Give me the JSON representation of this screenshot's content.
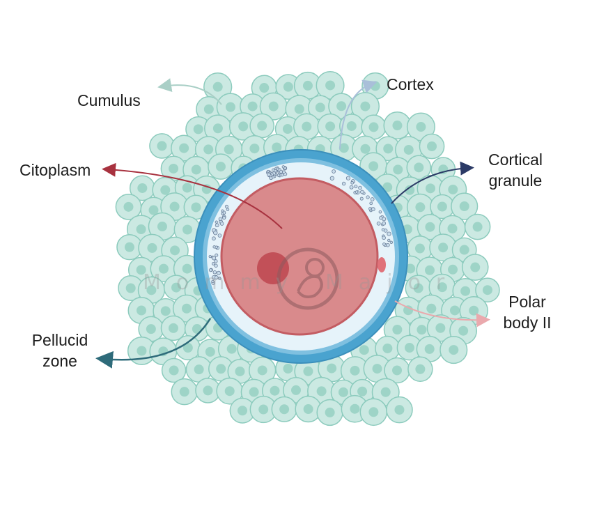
{
  "labels": {
    "cumulus": "Cumulus",
    "cortex": "Cortex",
    "citoplasm": "Citoplasm",
    "cortical_granule": [
      "Cortical",
      "granule"
    ],
    "polar_body": [
      "Polar",
      "body II"
    ],
    "pellucid_zone": [
      "Pellucid",
      "zone"
    ]
  },
  "watermark": "Mommy    Major",
  "colors": {
    "cumulus_fill": "#cbe9e2",
    "cumulus_stroke": "#8ccbbd",
    "cumulus_nucleus": "#9ed4c7",
    "zona": "#4aa3cf",
    "perivitelline": "#e6f3fa",
    "cytoplasm": "#d98a8c",
    "cytoplasm_stroke": "#c35c62",
    "nucleus": "#c25058",
    "arrow_citoplasm": "#a8323f",
    "arrow_cortex": "#a9bfd9",
    "arrow_cumulus": "#a9cfc6",
    "arrow_cortical": "#2b3a66",
    "arrow_polar": "#eaa9ad",
    "arrow_pellucid": "#2e6b7a"
  }
}
